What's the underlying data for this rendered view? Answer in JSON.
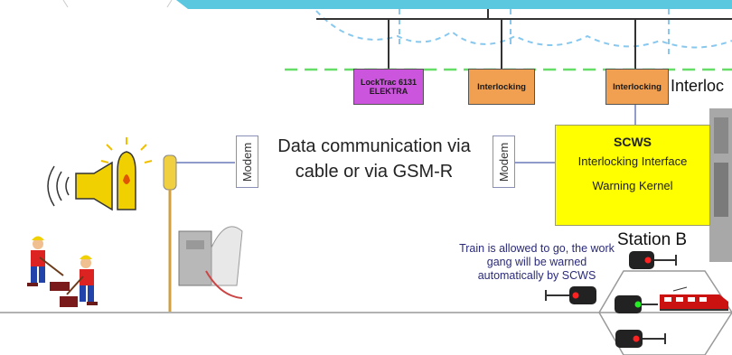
{
  "network": {
    "boxes": [
      {
        "line1": "LockTrac 6131",
        "line2": "ELEKTRA",
        "color": "#cc55dd"
      },
      {
        "line1": "Interlocking",
        "line2": "",
        "color": "#f0a050"
      },
      {
        "line1": "Interlocking",
        "line2": "",
        "color": "#f0a050"
      }
    ],
    "partial_label": "Interloc"
  },
  "modem_left": "Modem",
  "modem_right": "Modem",
  "communication": {
    "line1": "Data communication via",
    "line2": "cable or via GSM-R"
  },
  "scws": {
    "title": "SCWS",
    "line1": "Interlocking Interface",
    "line2": "Warning Kernel",
    "color": "#ffff00"
  },
  "note": {
    "line1": "Train is allowed to go, the work",
    "line2": "gang will be warned",
    "line3": "automatically by SCWS"
  },
  "station_label": "Station B",
  "colors": {
    "banner": "#5bc8e0",
    "green_dash": "#66dd66",
    "cloud_dash": "#88c8ee",
    "link": "#6a7ab8",
    "track": "#999999"
  }
}
